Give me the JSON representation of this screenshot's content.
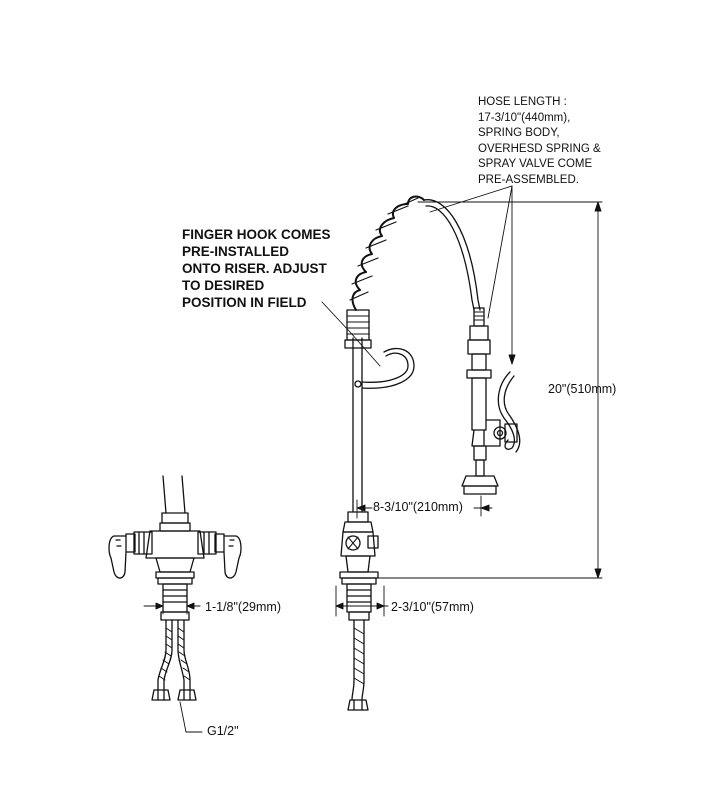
{
  "notes": {
    "hose": [
      "HOSE LENGTH :",
      "17-3/10\"(440mm),",
      "SPRING BODY,",
      "OVERHESD SPRING &",
      "SPRAY VALVE COME",
      "PRE-ASSEMBLED."
    ],
    "finger_hook": [
      "FINGER HOOK COMES",
      "PRE-INSTALLED",
      "ONTO RISER. ADJUST",
      "TO DESIRED",
      "POSITION IN FIELD"
    ]
  },
  "dimensions": {
    "spout_outlet": "8-3/10\"(210mm)",
    "overall_height": "20\"(510mm)",
    "left_mount": "1-1/8\"(29mm)",
    "right_mount": "2-3/10\"(57mm)",
    "inlet_thread": "G1/2\""
  }
}
